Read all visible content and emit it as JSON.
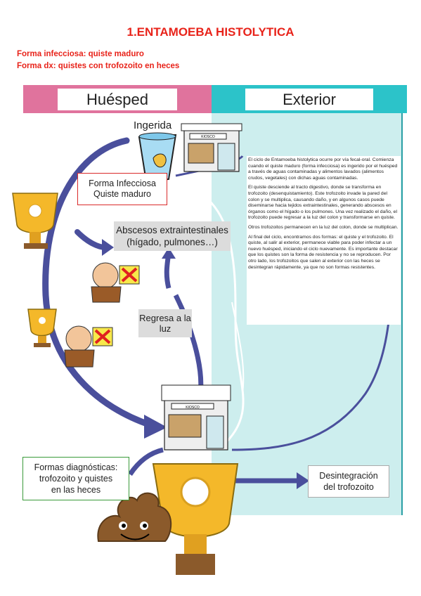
{
  "title": "1.ENTAMOEBA HISTOLYTICA",
  "subtitle1": "Forma infecciosa: quiste maduro",
  "subtitle2": "Forma dx: quistes con trofozoito en heces",
  "host_label": "Huésped",
  "exterior_label": "Exterior",
  "ingested_label": "Ingerida",
  "kiosk_label": "KIOSCO",
  "boxes": {
    "infectious_line1": "Forma Infecciosa",
    "infectious_line2": "Quiste maduro",
    "abscess_line1": "Abscesos extraintestinales",
    "abscess_line2": "(hígado, pulmones…)",
    "returns_line1": "Regresa a la",
    "returns_line2": "luz",
    "diagnostic_line1": "Formas diagnósticas:",
    "diagnostic_line2": "trofozoito y quistes",
    "diagnostic_line3": "en las heces",
    "disintegration_line1": "Desintegración",
    "disintegration_line2": "del trofozoito"
  },
  "description": {
    "p1": "El ciclo de Entamoeba histolytica ocurre por vía fecal-oral. Comienza cuando el quiste maduro (forma infecciosa) es ingerido por el huésped a través de aguas contaminadas y alimentos lavados (alimentos crudos, vegetales) con dichas aguas contaminadas.",
    "p2": "El quiste desciende al tracto digestivo, donde se transforma en trofozoito (desenquistamiento). Este trofozoito invade la pared del colon y se multiplica, causando daño, y en algunos casos puede diseminarse hacia tejidos extraintestinales, generando abscesos en órganos como el hígado o los pulmones. Una vez realizado el daño, el trofozoito puede regresar a la luz del colon y transformarse en quiste.",
    "p3": "Otros trofozoitos permanecen en la luz del colon, donde se multiplican.",
    "p4": "Al final del ciclo, encontramos dos formas: el quiste y el trofozoito. El quiste, al salir al exterior, permanece viable para poder infectar a un nuevo huésped, iniciando el ciclo nuevamente. Es importante destacar que los quistes son la forma de resistencia y no se reproducen. Por otro lado, los trofozoitos que salen al exterior con las heces se desintegran rápidamente, ya que no son formas resistentes."
  },
  "colors": {
    "title_red": "#e8231a",
    "host_pink": "#e0739d",
    "exterior_teal": "#2cc3c9",
    "exterior_bg": "#cdeeee",
    "arrow": "#4a4f9c"
  }
}
